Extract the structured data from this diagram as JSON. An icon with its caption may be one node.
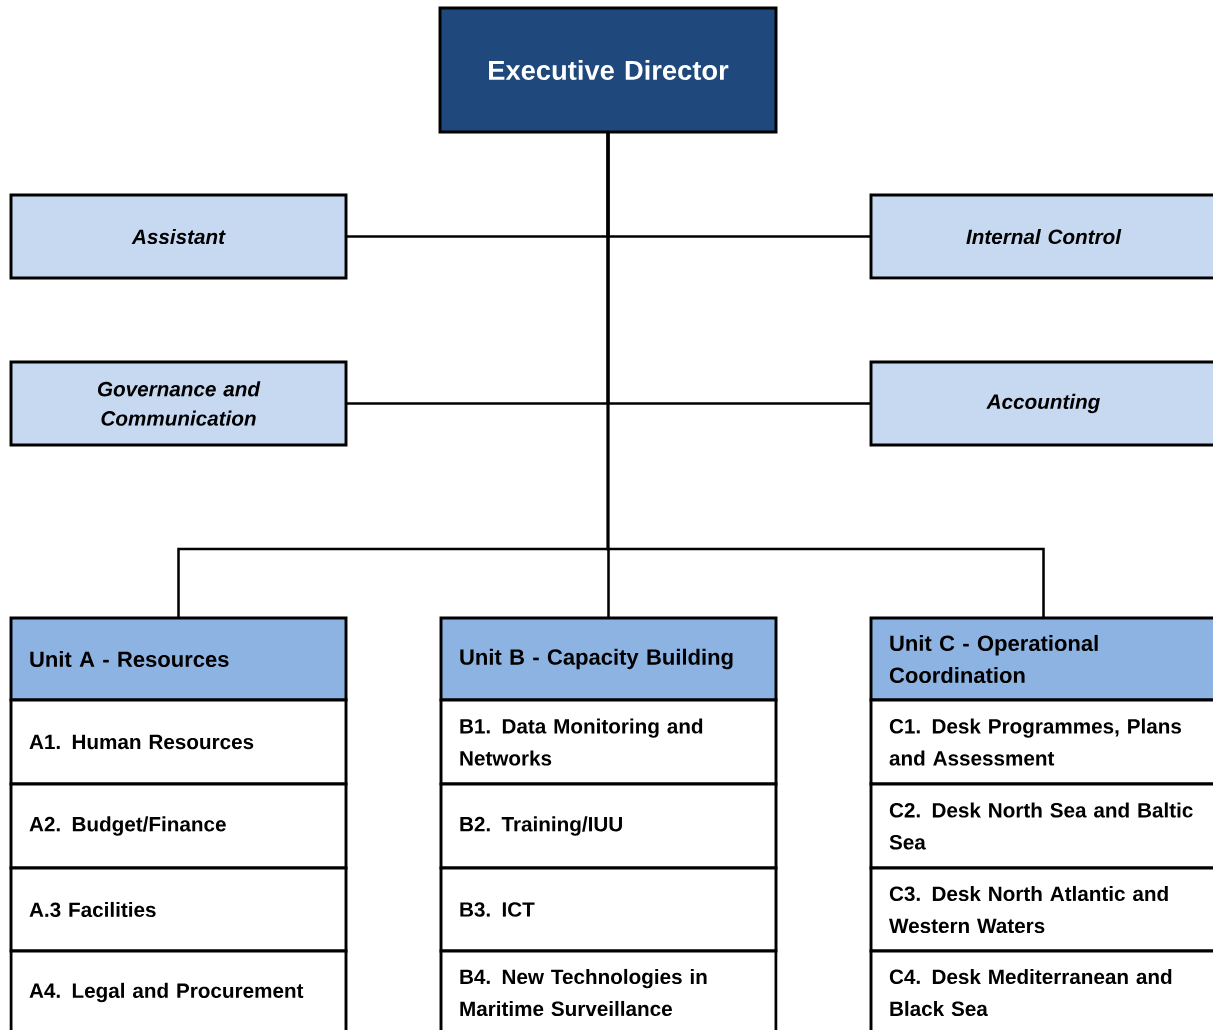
{
  "diagram": {
    "nodes": [
      {
        "text": [
          "Executive Director"
        ]
      },
      {
        "text": [
          "Assistant"
        ]
      },
      {
        "text": [
          "Internal Control"
        ]
      },
      {
        "text": [
          "Governance and Communication"
        ]
      },
      {
        "text": [
          "Accounting"
        ]
      },
      {
        "text": [
          "Unit A - Resources"
        ]
      },
      {
        "text": [
          "A1. Human Resources"
        ]
      },
      {
        "text": [
          "A2. Budget/Finance"
        ]
      },
      {
        "text": [
          "A.3 Facilities"
        ]
      },
      {
        "text": [
          "A4. Legal and Procurement"
        ]
      },
      {
        "text": [
          "Unit B - Capacity Building"
        ]
      },
      {
        "text": [
          "B1. Data Monitoring and Networks"
        ]
      },
      {
        "text": [
          "B2. Training/IUU"
        ]
      },
      {
        "text": [
          "B3. ICT"
        ]
      },
      {
        "text": [
          "B4. New Technologies in Maritime Surveillance"
        ]
      },
      {
        "text": [
          "Unit C - Operational Coordination"
        ]
      },
      {
        "text": [
          "C1. Desk Programmes, Plans and Assessment"
        ]
      },
      {
        "text": [
          "C2. Desk North Sea and Baltic Sea"
        ]
      },
      {
        "text": [
          "C3. Desk North Atlantic and Western Waters"
        ]
      },
      {
        "text": [
          "C4. Desk Mediterranean and Black Sea"
        ]
      }
    ],
    "edges": [
      {
        "from": 0,
        "to": 1,
        "arrow": "none"
      },
      {
        "from": 0,
        "to": 2,
        "arrow": "none"
      },
      {
        "from": 0,
        "to": 3,
        "arrow": "none"
      },
      {
        "from": 0,
        "to": 4,
        "arrow": "none"
      },
      {
        "from": 0,
        "to": 5,
        "arrow": "none"
      },
      {
        "from": 0,
        "to": 10,
        "arrow": "none"
      },
      {
        "from": 0,
        "to": 15,
        "arrow": "none"
      }
    ]
  }
}
